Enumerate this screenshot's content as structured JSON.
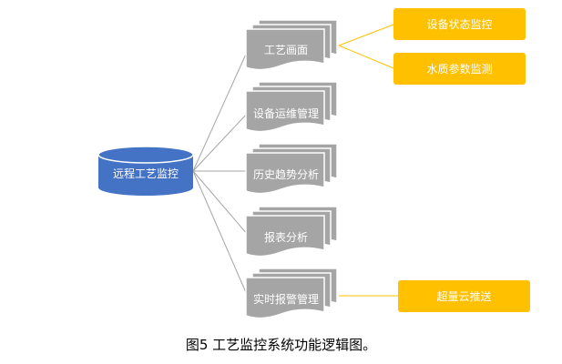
{
  "root": {
    "label": "远程工艺监控",
    "color": "#4472c4"
  },
  "modules": [
    {
      "label": "工艺画面",
      "sub": [
        "设备状态监控",
        "水质参数监测"
      ]
    },
    {
      "label": "设备运维管理",
      "sub": []
    },
    {
      "label": "历史趋势分析",
      "sub": []
    },
    {
      "label": "报表分析",
      "sub": []
    },
    {
      "label": "实时报警管理",
      "sub": [
        "超量云推送"
      ]
    }
  ],
  "colors": {
    "module": "#a5a5a5",
    "sub": "#ffc000",
    "line": "#a5a5a5",
    "subline": "#ffc000"
  },
  "caption": "图5  工艺监控系统功能逻辑图。"
}
